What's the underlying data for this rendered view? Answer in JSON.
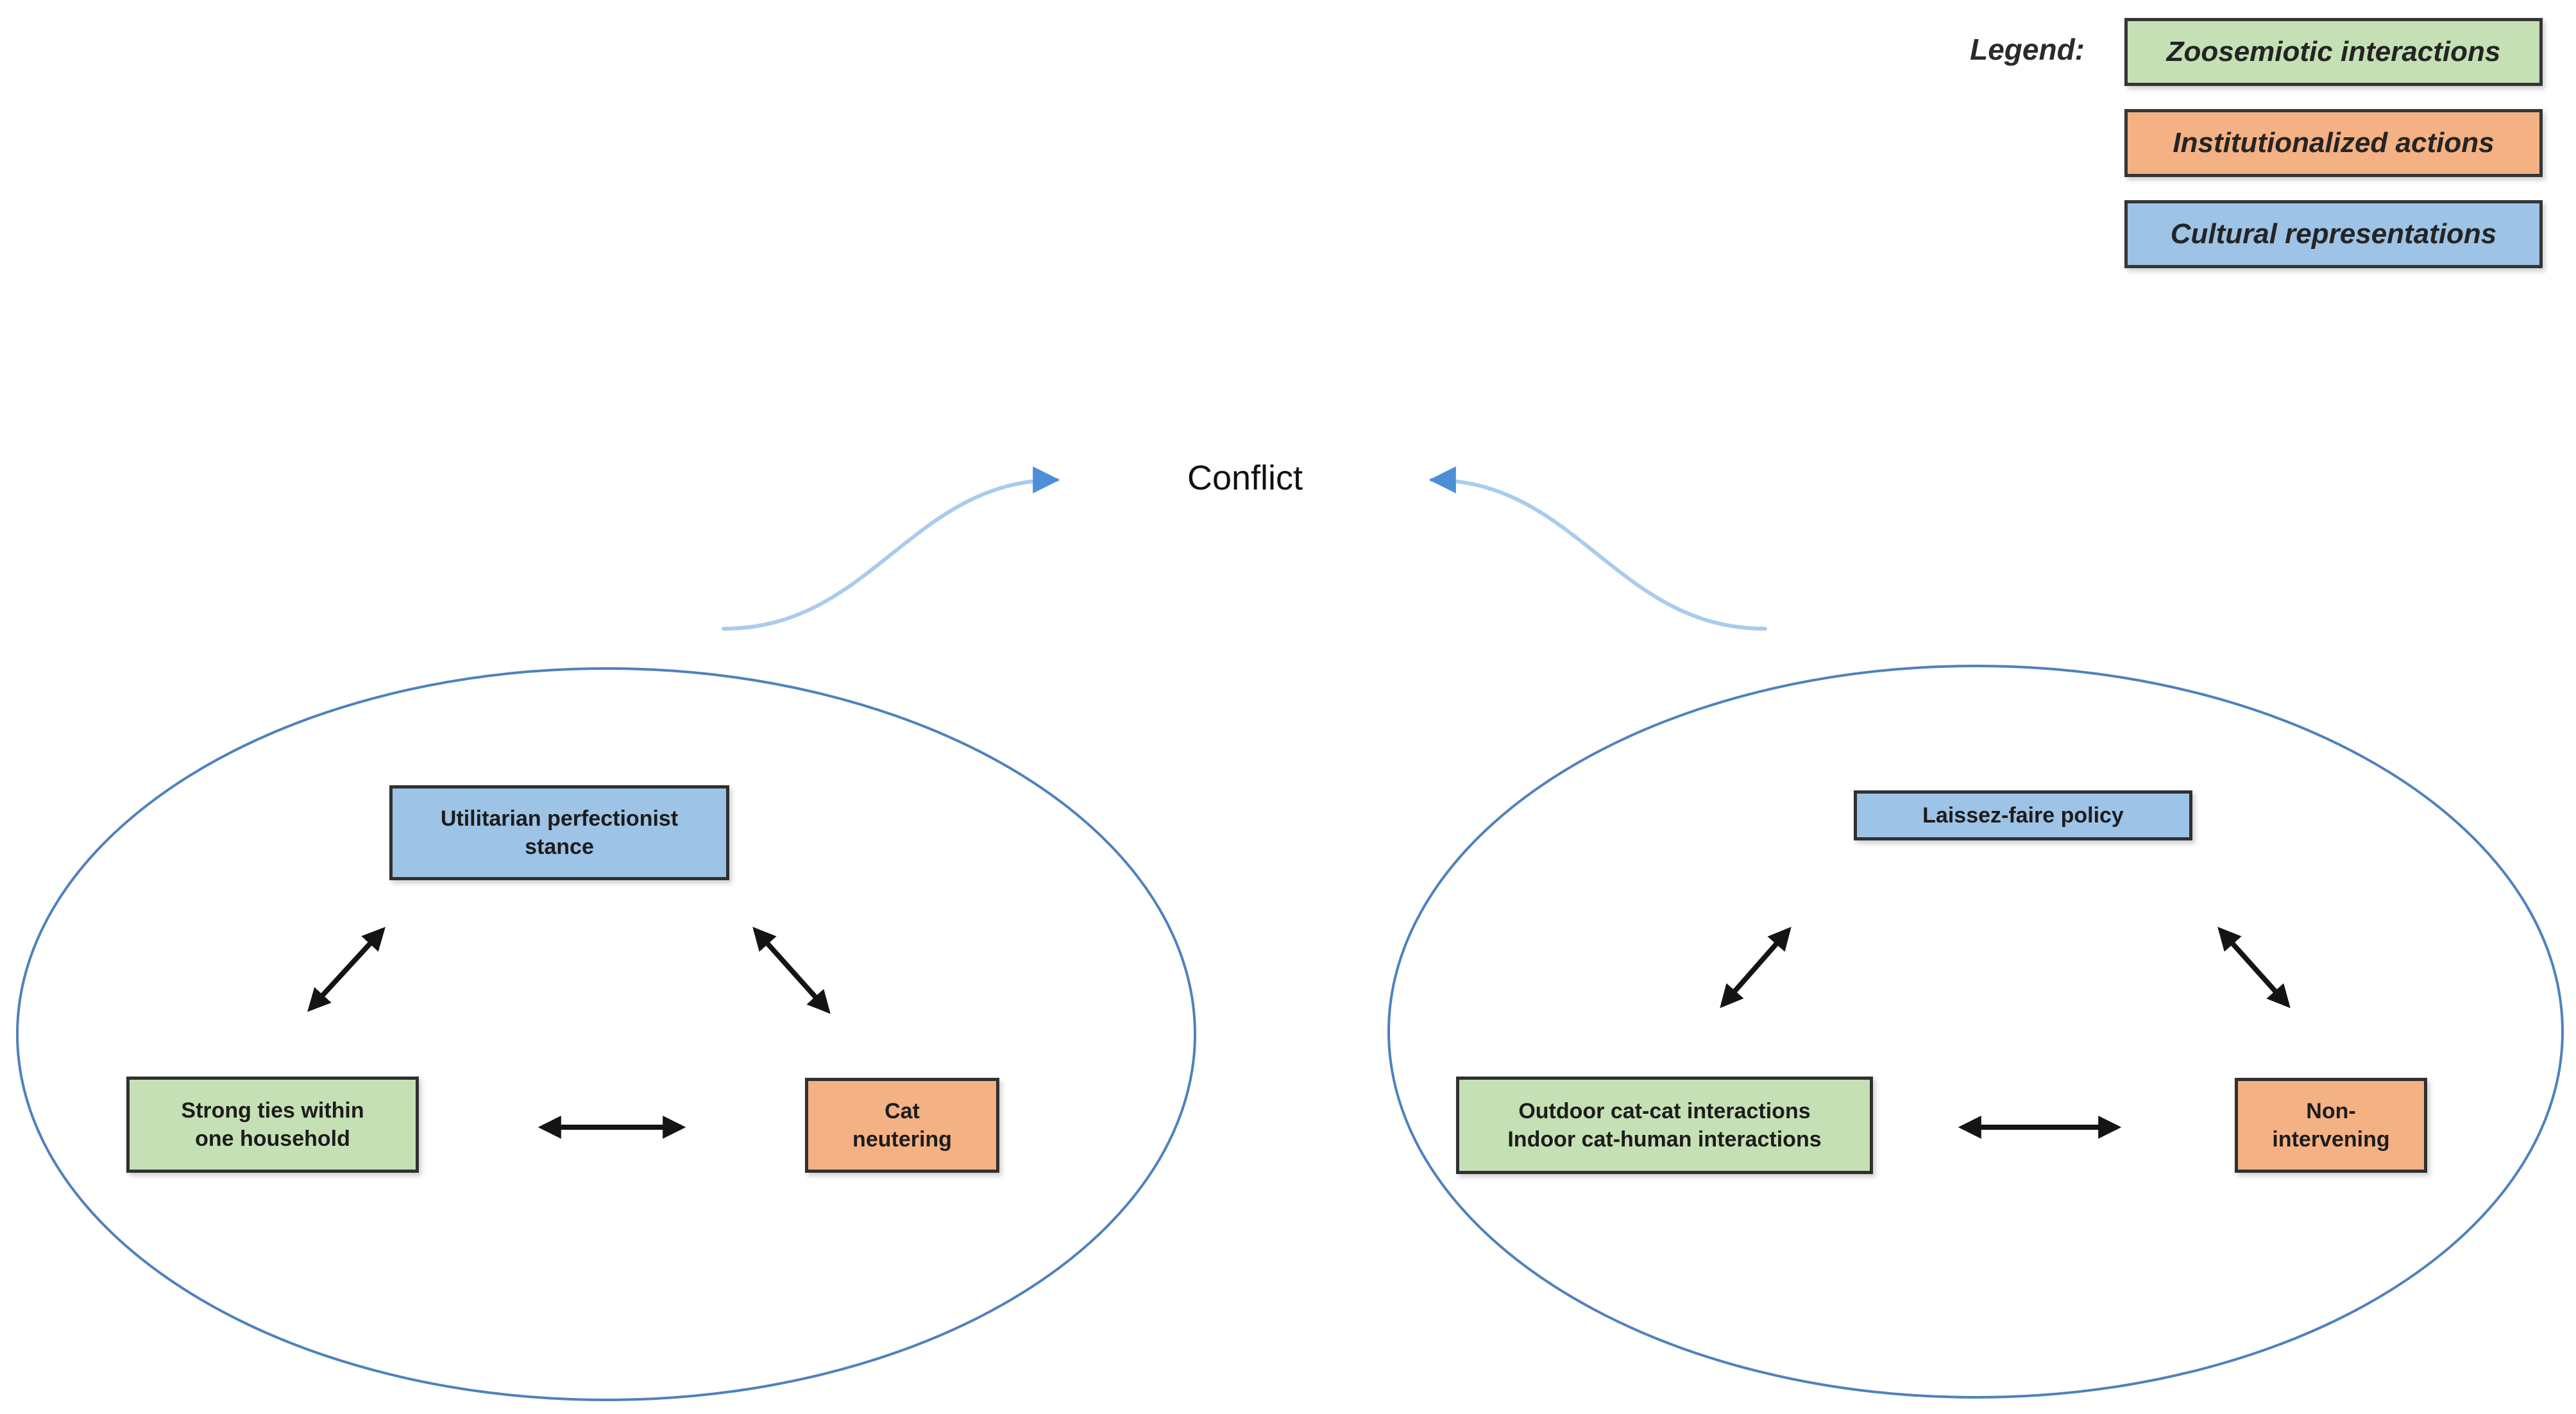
{
  "legend": {
    "label": "Legend:",
    "items": [
      {
        "label": "Zoosemiotic interactions",
        "category": "zoosemiotic"
      },
      {
        "label": "Institutionalized actions",
        "category": "institutional"
      },
      {
        "label": "Cultural representations",
        "category": "cultural"
      }
    ]
  },
  "conflict": {
    "label": "Conflict"
  },
  "clusters": {
    "left": {
      "cultural": "Utilitarian perfectionist\nstance",
      "zoosemiotic": "Strong ties within\none household",
      "institutional": "Cat\nneutering"
    },
    "right": {
      "cultural": "Laissez-faire policy",
      "zoosemiotic": "Outdoor cat-cat interactions\nIndoor cat-human interactions",
      "institutional": "Non-\nintervening"
    }
  },
  "colors": {
    "zoosemiotic_fill": "#c5e0b4",
    "institutional_fill": "#f4b183",
    "cultural_fill": "#9dc3e6",
    "ellipse_stroke": "#4f81bd",
    "link_stroke": "#141414",
    "flow_line": "#a9cbee",
    "flow_head": "#4e8ed6"
  }
}
